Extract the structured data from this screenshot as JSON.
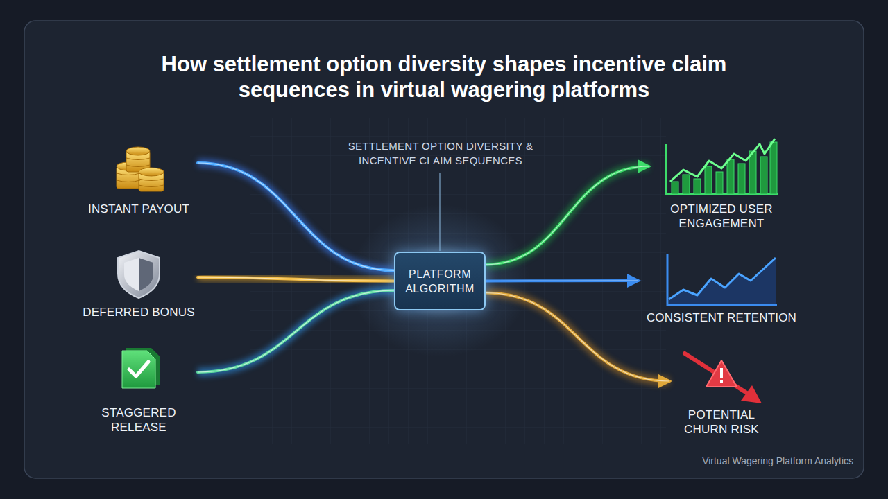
{
  "diagram": {
    "title": "How settlement option diversity shapes incentive claim sequences in virtual wagering platforms",
    "nodes": [
      {
        "text": [
          "INSTANT PAYOUT"
        ]
      },
      {
        "text": [
          "DEFERRED BONUS"
        ]
      },
      {
        "text": [
          "STAGGERED RELEASE"
        ]
      },
      {
        "text": [
          "PLATFORM ALGORITHM"
        ]
      },
      {
        "text": [
          "OPTIMIZED USER ENGAGEMENT"
        ]
      },
      {
        "text": [
          "CONSISTENT RETENTION"
        ]
      },
      {
        "text": [
          "POTENTIAL CHURN RISK"
        ]
      }
    ],
    "edges": [
      {
        "from": 0,
        "to": 3,
        "arrow": "none"
      },
      {
        "from": 1,
        "to": 3,
        "arrow": "none"
      },
      {
        "from": 2,
        "to": 3,
        "arrow": "none"
      },
      {
        "from": 3,
        "to": 4,
        "arrow": "to"
      },
      {
        "from": 3,
        "to": 5,
        "arrow": "to"
      },
      {
        "from": 3,
        "to": 6,
        "arrow": "to"
      }
    ],
    "labels": [
      "SETTLEMENT OPTION DIVERSITY & INCENTIVE CLAIM SEQUENCES",
      "Virtual Wagering Platform Analytics"
    ]
  }
}
